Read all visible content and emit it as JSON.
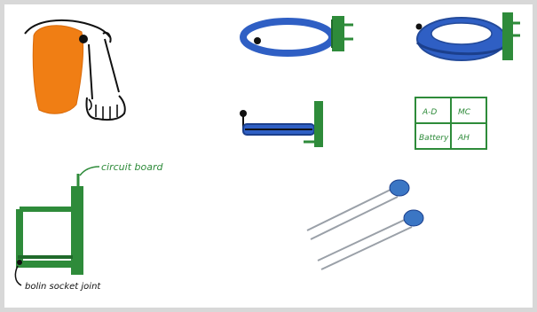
{
  "colors": {
    "background": "#ffffff",
    "border_gray": "#c9c9c9",
    "hair_orange": "#f07e14",
    "board_green": "#2e8b3a",
    "coil_blue": "#2f5fc4",
    "probe_blue": "#3b76c4",
    "probe_wire": "#9aa0a8",
    "ink": "#111111"
  },
  "labels": {
    "circuit_board": "circuit board",
    "solder_joint": "bolin socket joint"
  },
  "grid_cells": [
    "A-D",
    "MC",
    "Battery",
    "AH"
  ],
  "icons": {
    "hair_arm": "hand-with-hair-icon",
    "coil_ring": "coil-ring-icon",
    "coil_bowl": "coil-bowl-icon",
    "coil_side": "coil-side-icon",
    "chip": "chip-grid-icon",
    "board": "circuit-board-icon",
    "probe": "probe-icon"
  }
}
